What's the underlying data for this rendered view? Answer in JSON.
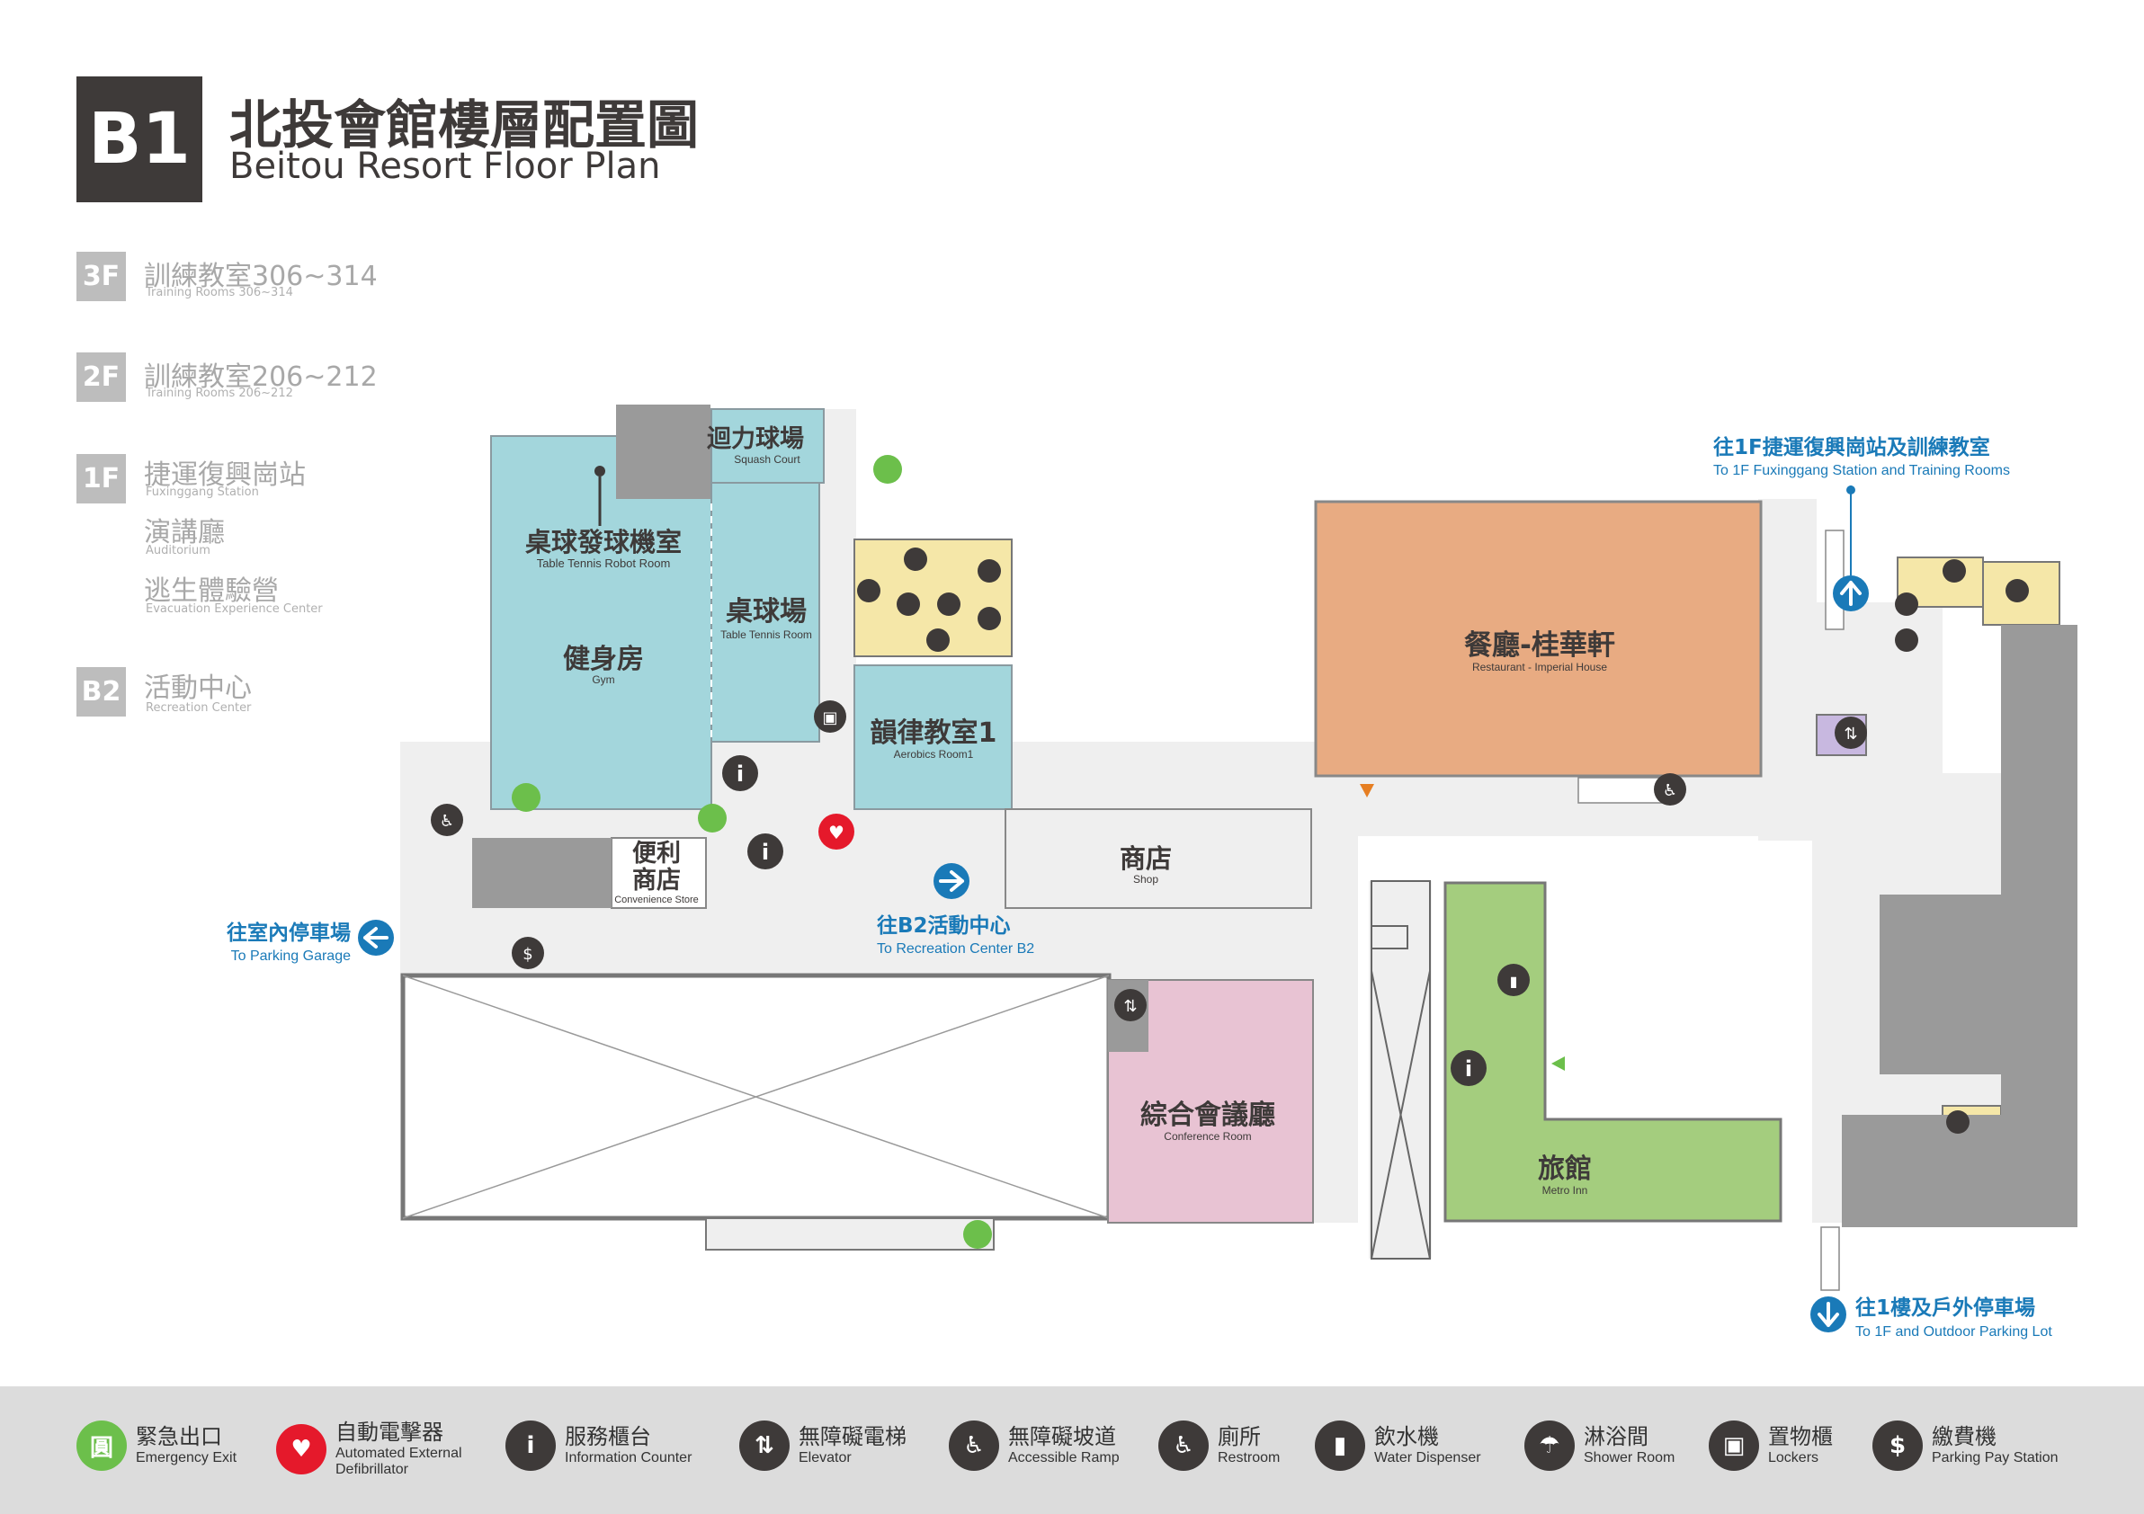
{
  "header": {
    "badge": "B1",
    "title_zh": "北投會館樓層配置圖",
    "title_en": "Beitou Resort Floor Plan"
  },
  "floors": [
    {
      "badge": "3F",
      "items": [
        {
          "zh": "訓練教室306~314",
          "en": "Training Rooms 306~314"
        }
      ]
    },
    {
      "badge": "2F",
      "items": [
        {
          "zh": "訓練教室206~212",
          "en": "Training Rooms 206~212"
        }
      ]
    },
    {
      "badge": "1F",
      "items": [
        {
          "zh": "捷運復興崗站",
          "en": "Fuxinggang Station"
        },
        {
          "zh": "演講廳",
          "en": "Auditorium"
        },
        {
          "zh": "逃生體驗營",
          "en": "Evacuation Experience Center"
        }
      ]
    },
    {
      "badge": "B2",
      "items": [
        {
          "zh": "活動中心",
          "en": "Recreation Center"
        }
      ]
    }
  ],
  "rooms": {
    "squash": {
      "zh": "迴力球場",
      "en": "Squash Court"
    },
    "robot": {
      "zh": "桌球發球機室",
      "en": "Table Tennis Robot Room"
    },
    "tabletennis": {
      "zh": "桌球場",
      "en": "Table Tennis Room"
    },
    "gym": {
      "zh": "健身房",
      "en": "Gym"
    },
    "aerobics": {
      "zh": "韻律教室1",
      "en": "Aerobics Room1"
    },
    "restaurant": {
      "zh": "餐廳-桂華軒",
      "en": "Restaurant - Imperial House"
    },
    "convenience": {
      "zh1": "便利",
      "zh2": "商店",
      "en": "Convenience Store"
    },
    "shop": {
      "zh": "商店",
      "en": "Shop"
    },
    "conference": {
      "zh": "綜合會議廳",
      "en": "Conference Room"
    },
    "inn": {
      "zh": "旅館",
      "en": "Metro Inn"
    }
  },
  "directions": {
    "to_1f_station": {
      "zh": "往1F捷運復興崗站及訓練教室",
      "en": "To 1F Fuxinggang Station and Training Rooms"
    },
    "to_parking_garage": {
      "zh": "往室內停車場",
      "en": "To Parking Garage"
    },
    "to_b2": {
      "zh": "往B2活動中心",
      "en": "To Recreation Center B2"
    },
    "to_1f_outdoor": {
      "zh": "往1樓及戶外停車場",
      "en": "To 1F and Outdoor Parking Lot"
    }
  },
  "legend": [
    {
      "icon": "emergency-exit-icon",
      "color": "#6cbf4b",
      "glyph": "圓",
      "zh": "緊急出口",
      "en": "Emergency Exit"
    },
    {
      "icon": "aed-icon",
      "color": "#e5192b",
      "glyph": "♥",
      "zh": "自動電擊器",
      "en": "Automated External",
      "en2": "Defibrillator"
    },
    {
      "icon": "information-icon",
      "color": "#3e3a39",
      "glyph": "i",
      "zh": "服務櫃台",
      "en": "Information Counter"
    },
    {
      "icon": "elevator-icon",
      "color": "#3e3a39",
      "glyph": "⇅",
      "zh": "無障礙電梯",
      "en": "Elevator"
    },
    {
      "icon": "ramp-icon",
      "color": "#3e3a39",
      "glyph": "♿",
      "zh": "無障礙坡道",
      "en": "Accessible Ramp"
    },
    {
      "icon": "restroom-icon",
      "color": "#3e3a39",
      "glyph": "♿",
      "zh": "廁所",
      "en": "Restroom"
    },
    {
      "icon": "water-dispenser-icon",
      "color": "#3e3a39",
      "glyph": "▮",
      "zh": "飲水機",
      "en": "Water Dispenser"
    },
    {
      "icon": "shower-icon",
      "color": "#3e3a39",
      "glyph": "☂",
      "zh": "淋浴間",
      "en": "Shower Room"
    },
    {
      "icon": "lockers-icon",
      "color": "#3e3a39",
      "glyph": "▣",
      "zh": "置物櫃",
      "en": "Lockers"
    },
    {
      "icon": "parking-pay-icon",
      "color": "#3e3a39",
      "glyph": "$",
      "zh": "繳費機",
      "en": "Parking Pay Station"
    }
  ],
  "colors": {
    "teal_room": "#a3d6dc",
    "restaurant": "#e8ab82",
    "conference": "#e8c3d3",
    "inn": "#a4cd7e",
    "corridor": "#efefef",
    "service": "#f5e7a8",
    "wall": "#9e9e9e",
    "direction_blue": "#1a7ab8"
  }
}
